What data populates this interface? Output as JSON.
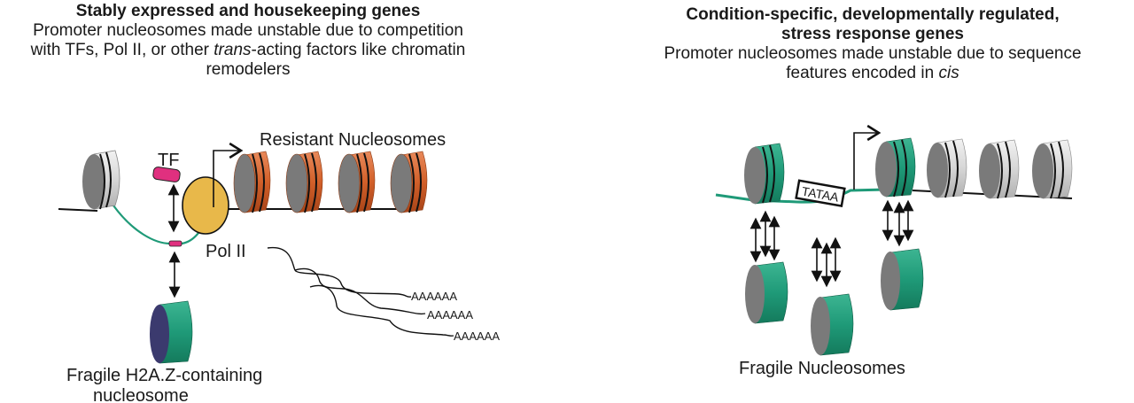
{
  "left_panel": {
    "title": "Stably expressed and housekeeping genes",
    "subtitle_line1": "Promoter nucleosomes made unstable due to competition",
    "subtitle_line2_pre": "with TFs, Pol II, or other ",
    "subtitle_line2_italic": "trans",
    "subtitle_line2_post": "-acting factors like chromatin",
    "subtitle_line3": "remodelers",
    "labels": {
      "tf": "TF",
      "resistant": "Resistant Nucleosomes",
      "pol2": "Pol II",
      "fragile_line1": "Fragile H2A.Z-containing",
      "fragile_line2": "nucleosome"
    },
    "polya_tails": [
      "AAAAAA",
      "AAAAAA",
      "AAAAAA"
    ]
  },
  "right_panel": {
    "title_line1": "Condition-specific, developmentally regulated,",
    "title_line2": "stress response genes",
    "subtitle_line1": "Promoter nucleosomes made unstable due to sequence",
    "subtitle_line2_pre": "features encoded in ",
    "subtitle_line2_italic": "cis",
    "labels": {
      "tata": "TATAA",
      "fragile": "Fragile Nucleosomes"
    }
  },
  "colors": {
    "orange": "#d2602a",
    "green": "#1f9a78",
    "gray": "#cfcfcf",
    "magenta": "#e0307f",
    "polii": "#e8b84a",
    "face": "#7a7a7a",
    "h2az_face": "#3b3a6e"
  }
}
